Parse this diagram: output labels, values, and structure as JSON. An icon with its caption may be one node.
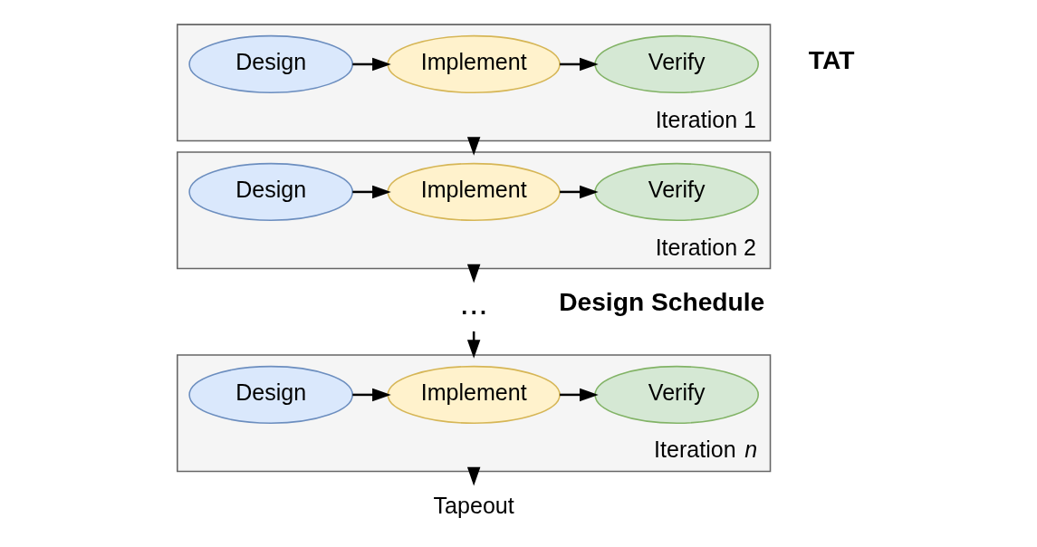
{
  "diagram": {
    "nodes": [
      {
        "text": [],
        "shape": "box",
        "beside": [
          "Iteration 1"
        ]
      },
      {
        "text": [
          "Design"
        ],
        "in": 0
      },
      {
        "text": [
          "Implement"
        ],
        "in": 0
      },
      {
        "text": [
          "Verify"
        ],
        "in": 0
      },
      {
        "text": [],
        "shape": "box",
        "beside": [
          "Iteration 2"
        ]
      },
      {
        "text": [
          "Design"
        ],
        "in": 4
      },
      {
        "text": [
          "Implement"
        ],
        "in": 4
      },
      {
        "text": [
          "Verify"
        ],
        "in": 4
      },
      {
        "text": [
          "..."
        ]
      },
      {
        "text": [],
        "shape": "box",
        "beside": [
          "Iteration *n*"
        ]
      },
      {
        "text": [
          "Design"
        ],
        "in": 9
      },
      {
        "text": [
          "Implement"
        ],
        "in": 9
      },
      {
        "text": [
          "Verify"
        ],
        "in": 9
      },
      {
        "text": [
          "Tapeout"
        ]
      }
    ],
    "edges": [
      {
        "from": 1,
        "to": 2,
        "arrow": "to"
      },
      {
        "from": 2,
        "to": 3,
        "arrow": "to"
      },
      {
        "from": 0,
        "to": 4,
        "arrow": "to"
      },
      {
        "from": 5,
        "to": 6,
        "arrow": "to"
      },
      {
        "from": 6,
        "to": 7,
        "arrow": "to"
      },
      {
        "from": 4,
        "to": 8,
        "arrow": "to"
      },
      {
        "from": 8,
        "to": 9,
        "arrow": "to"
      },
      {
        "from": 10,
        "to": 11,
        "arrow": "to"
      },
      {
        "from": 11,
        "to": 12,
        "arrow": "to"
      },
      {
        "from": 9,
        "to": 13,
        "arrow": "to"
      }
    ],
    "labels": [
      "TAT",
      "Design Schedule"
    ]
  }
}
